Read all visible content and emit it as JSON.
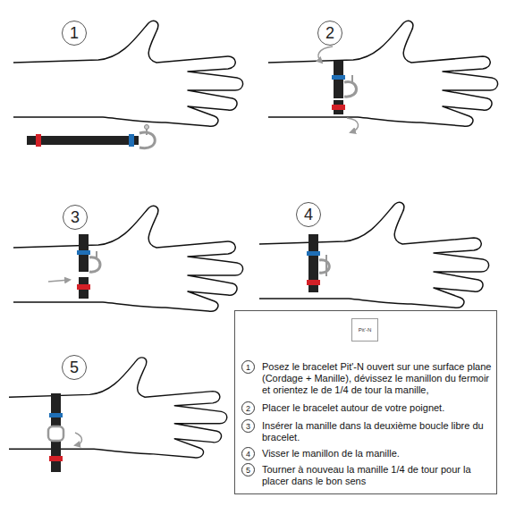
{
  "diagram": {
    "nodes": [
      {
        "text": [
          "1"
        ]
      },
      {
        "text": [
          "2"
        ]
      },
      {
        "text": [
          "3"
        ]
      },
      {
        "text": [
          "4"
        ]
      },
      {
        "text": [
          "5"
        ]
      },
      {
        "text": [
          "Posez le bracelet Pit'-N ouvert sur une surface plane (Cordage + Manille), dévissez le manillon du fermoir et orientez le de 1/4 de tour la manille,",
          "Placer le bracelet autour de votre poignet.",
          "Insérer la manille dans la deuxième boucle libre du bracelet.",
          "Visser le manillon de la manille.",
          "Tourner à nouveau la manille 1/4 de tour pour la placer dans le bon sens"
        ]
      },
      {
        "text": [
          "Pit'-N"
        ],
        "in": 5
      },
      {
        "text": [
          "1"
        ],
        "in": 5
      },
      {
        "text": [
          "2"
        ],
        "in": 5
      },
      {
        "text": [
          "3"
        ],
        "in": 5
      },
      {
        "text": [
          "4"
        ],
        "in": 5
      },
      {
        "text": [
          "5"
        ],
        "in": 5
      }
    ]
  }
}
